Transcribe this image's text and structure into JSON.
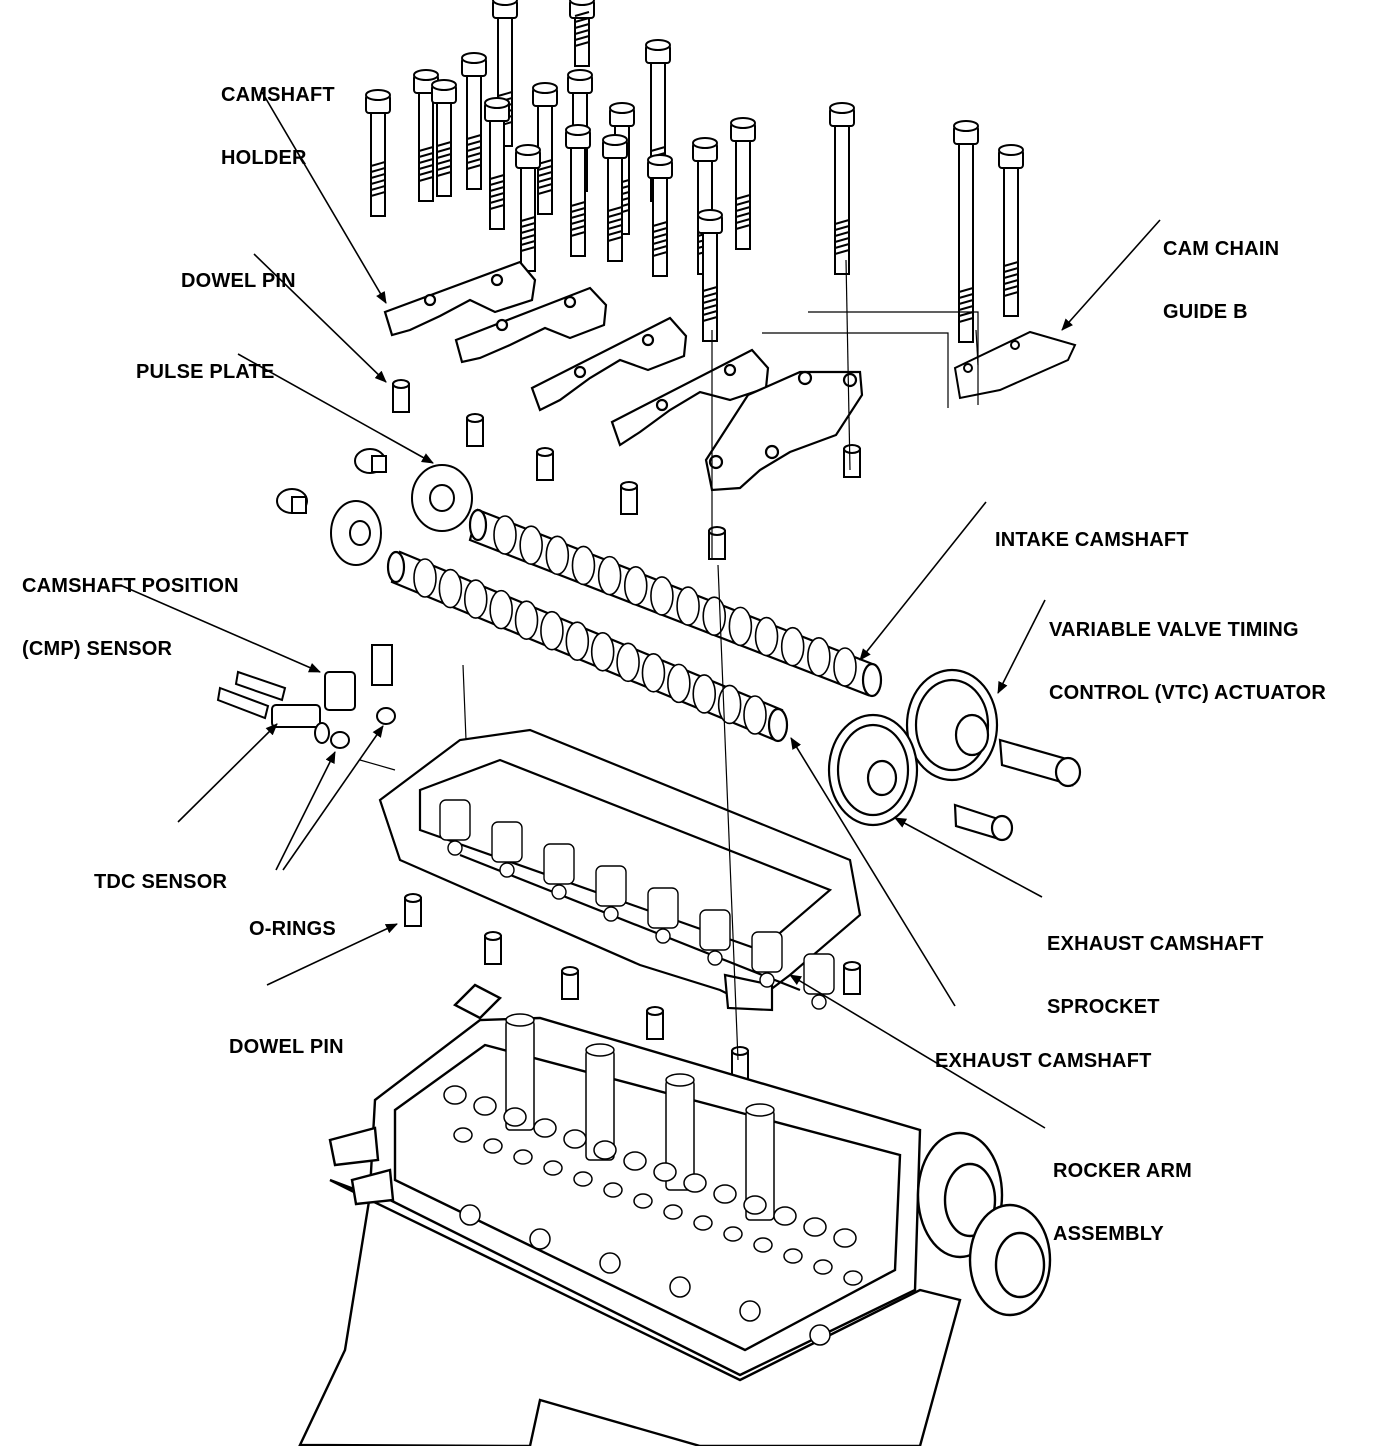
{
  "labels": {
    "camshaft_holder": [
      "CAMSHAFT",
      "HOLDER"
    ],
    "dowel_pin_top": [
      "DOWEL PIN"
    ],
    "pulse_plate": [
      "PULSE PLATE"
    ],
    "cmp_sensor": [
      "CAMSHAFT POSITION",
      "(CMP) SENSOR"
    ],
    "tdc_sensor": [
      "TDC SENSOR"
    ],
    "o_rings": [
      "O-RINGS"
    ],
    "dowel_pin_bottom": [
      "DOWEL PIN"
    ],
    "cam_chain_guide": [
      "CAM CHAIN",
      "GUIDE B"
    ],
    "intake_camshaft": [
      "INTAKE CAMSHAFT"
    ],
    "vtc_actuator": [
      "VARIABLE VALVE TIMING",
      "CONTROL (VTC) ACTUATOR"
    ],
    "exhaust_sprocket": [
      "EXHAUST CAMSHAFT",
      "SPROCKET"
    ],
    "exhaust_camshaft": [
      "EXHAUST CAMSHAFT"
    ],
    "rocker_arm": [
      "ROCKER ARM",
      "ASSEMBLY"
    ]
  },
  "colors": {
    "ink": "#000000",
    "paper": "#ffffff"
  }
}
